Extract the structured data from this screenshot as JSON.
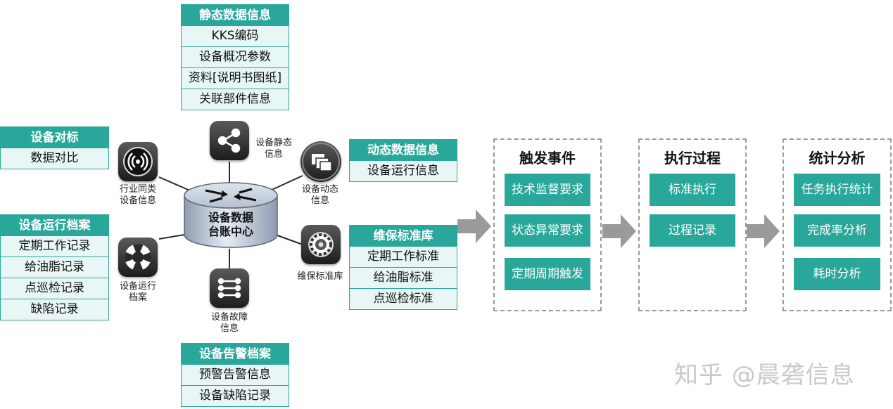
{
  "groups": {
    "static": {
      "title": "静态数据信息",
      "items": [
        "KKS编码",
        "设备概况参数",
        "资料[说明书图纸]",
        "关联部件信息"
      ]
    },
    "benchmark": {
      "title": "设备对标",
      "items": [
        "数据对比"
      ]
    },
    "dynamic": {
      "title": "动态数据信息",
      "items": [
        "设备运行信息"
      ]
    },
    "archive": {
      "title": "设备运行档案",
      "items": [
        "定期工作记录",
        "给油脂记录",
        "点巡检记录",
        "缺陷记录"
      ]
    },
    "maint": {
      "title": "维保标准库",
      "items": [
        "定期工作标准",
        "给油脂标准",
        "点巡检标准"
      ]
    },
    "alarm": {
      "title": "设备告警档案",
      "items": [
        "预警告警信息",
        "设备缺陷记录"
      ]
    }
  },
  "icons": {
    "static": {
      "icon": "share-icon",
      "label": [
        "设备静态",
        "信息"
      ]
    },
    "dynamic": {
      "icon": "windows-icon",
      "label": [
        "设备动态",
        "信息"
      ]
    },
    "industry": {
      "icon": "signal-icon",
      "label": [
        "行业同类",
        "设备信息"
      ]
    },
    "archive": {
      "icon": "lifebuoy-icon",
      "label": [
        "设备运行",
        "档案"
      ]
    },
    "maint": {
      "icon": "gear-icon",
      "label": [
        "维保标准库"
      ]
    },
    "fault": {
      "icon": "sliders-icon",
      "label": [
        "设备故障",
        "信息"
      ]
    }
  },
  "hub": {
    "line1": "设备数据",
    "line2": "台账中心"
  },
  "panels": {
    "trigger": {
      "title": "触发事件",
      "items": [
        "技术监督要求",
        "状态异常要求",
        "定期周期触发"
      ]
    },
    "execute": {
      "title": "执行过程",
      "items": [
        "标准执行",
        "过程记录"
      ]
    },
    "stats": {
      "title": "统计分析",
      "items": [
        "任务执行统计",
        "完成率分析",
        "耗时分析"
      ]
    }
  },
  "watermark": "知乎 @晨砻信息",
  "colors": {
    "accent": "#2aa79b",
    "item_bg": "#e8f6f5",
    "arrow": "#9a9a9a",
    "panel_border": "#9a9a9a"
  }
}
